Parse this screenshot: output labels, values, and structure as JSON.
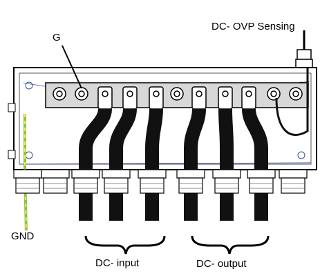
{
  "labels": {
    "ground_terminal": "G",
    "ovp_sensing": "DC- OVP Sensing",
    "ground": "GND",
    "dc_input": "DC- input",
    "dc_output": "DC- output"
  },
  "colors": {
    "line": "#1a1a1a",
    "cable": "#111111",
    "busbar": "#d8d8d8",
    "enclosure_trace": "#3b4a9e",
    "gnd_wire_green": "#8bc34a",
    "gnd_wire_yellow": "#ffeb3b"
  },
  "terminals": [
    "open",
    "open",
    "cable",
    "cable",
    "cable",
    "open",
    "cable",
    "cable",
    "cable",
    "open",
    "sense"
  ]
}
